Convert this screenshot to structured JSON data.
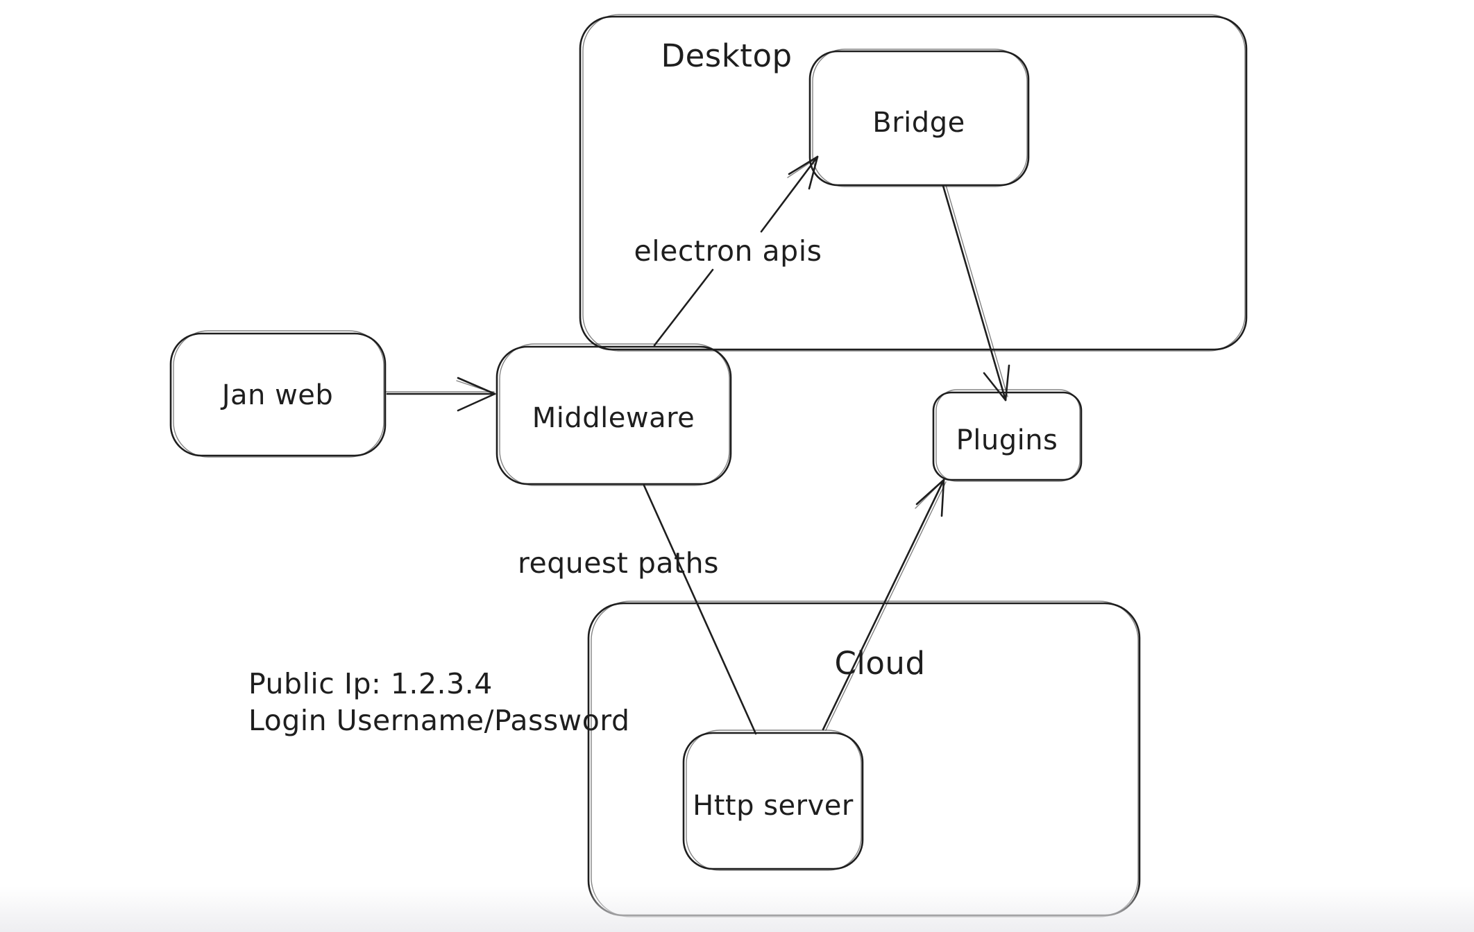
{
  "canvas": {
    "background": "#ffffff",
    "stroke_color": "#1e1e1e",
    "bottom_fade_color": "#eeeef1"
  },
  "containers": {
    "desktop": "Desktop",
    "cloud": "Cloud"
  },
  "nodes": {
    "jan_web": "Jan web",
    "middleware": "Middleware",
    "bridge": "Bridge",
    "plugins": "Plugins",
    "http_server": "Http server"
  },
  "edges": [
    {
      "from": "Jan web",
      "to": "Middleware",
      "label": "",
      "arrowhead": true
    },
    {
      "from": "Middleware",
      "to": "Bridge",
      "label": "electron apis",
      "arrowhead": true
    },
    {
      "from": "Bridge",
      "to": "Plugins",
      "label": "",
      "arrowhead": true
    },
    {
      "from": "Middleware",
      "to": "Http server",
      "label": "request paths",
      "arrowhead": false
    },
    {
      "from": "Http server",
      "to": "Plugins",
      "label": "",
      "arrowhead": true
    }
  ],
  "annotation": {
    "line1": "Public Ip: 1.2.3.4",
    "line2": "Login Username/Password"
  }
}
